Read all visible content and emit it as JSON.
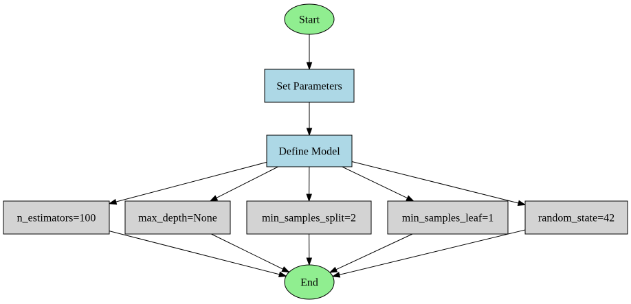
{
  "colors": {
    "terminal": "#90ee90",
    "process": "#add8e6",
    "parameter": "#d3d3d3",
    "stroke": "#000000"
  },
  "nodes": {
    "start": {
      "label": "Start",
      "kind": "terminal"
    },
    "set_parameters": {
      "label": "Set Parameters",
      "kind": "process"
    },
    "define_model": {
      "label": "Define Model",
      "kind": "process"
    },
    "n_estimators": {
      "label": "n_estimators=100",
      "kind": "parameter"
    },
    "max_depth": {
      "label": "max_depth=None",
      "kind": "parameter"
    },
    "min_samples_split": {
      "label": "min_samples_split=2",
      "kind": "parameter"
    },
    "min_samples_leaf": {
      "label": "min_samples_leaf=1",
      "kind": "parameter"
    },
    "random_state": {
      "label": "random_state=42",
      "kind": "parameter"
    },
    "end": {
      "label": "End",
      "kind": "terminal"
    }
  },
  "edges": [
    {
      "from": "start",
      "to": "set_parameters"
    },
    {
      "from": "set_parameters",
      "to": "define_model"
    },
    {
      "from": "define_model",
      "to": "n_estimators"
    },
    {
      "from": "define_model",
      "to": "max_depth"
    },
    {
      "from": "define_model",
      "to": "min_samples_split"
    },
    {
      "from": "define_model",
      "to": "min_samples_leaf"
    },
    {
      "from": "define_model",
      "to": "random_state"
    },
    {
      "from": "n_estimators",
      "to": "end"
    },
    {
      "from": "max_depth",
      "to": "end"
    },
    {
      "from": "min_samples_split",
      "to": "end"
    },
    {
      "from": "min_samples_leaf",
      "to": "end"
    },
    {
      "from": "random_state",
      "to": "end"
    }
  ]
}
